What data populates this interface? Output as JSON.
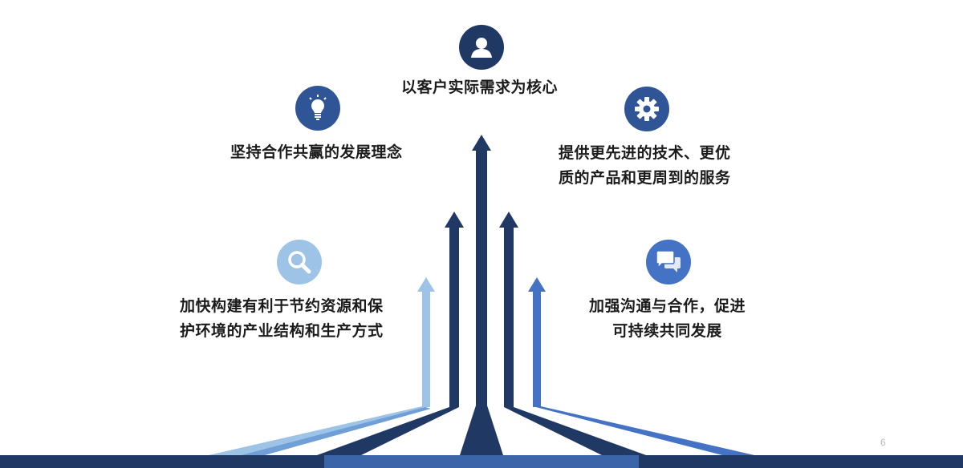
{
  "colors": {
    "navy": "#1f3864",
    "mid_blue": "#4472c4",
    "light_blue": "#9dc3e6",
    "bar_dark": "#203864",
    "bar_mid": "#3c64a8"
  },
  "center": {
    "icon": "user-icon",
    "text": "以客户实际需求为核心"
  },
  "left_upper": {
    "icon": "lightbulb-icon",
    "text": "坚持合作共赢的发展理念"
  },
  "right_upper": {
    "icon": "gear-icon",
    "line1": "提供更先进的技术、更优",
    "line2": "质的产品和更周到的服务"
  },
  "left_lower": {
    "icon": "search-icon",
    "line1": "加快构建有利于节约资源和保",
    "line2": "护环境的产业结构和生产方式"
  },
  "right_lower": {
    "icon": "chat-icon",
    "line1": "加强沟通与合作，促进",
    "line2": "可持续共同发展"
  },
  "page_number": "6"
}
